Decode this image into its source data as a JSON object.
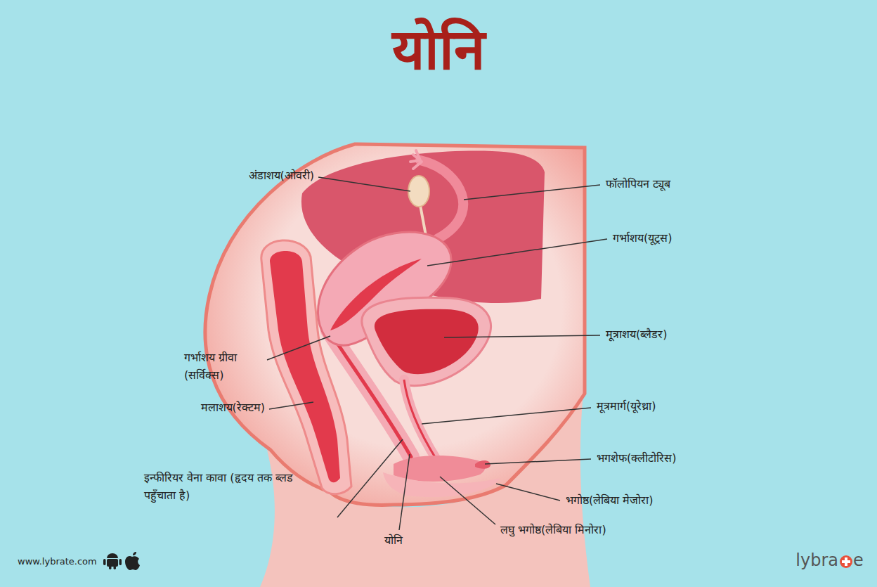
{
  "diagram": {
    "title": "योनि",
    "labels": [
      "अंडाशय(ओवरी)",
      "फॉलोपियन ट्यूब",
      "गर्भाशय(यूट्रस)",
      "मूत्राशय(ब्लैडर)",
      "गर्भाशय ग्रीवा (सर्विक्स)",
      "मलाशय(रेक्टम)",
      "मूत्रमार्ग(यूरेथ्रा)",
      "भगशेफ(क्लीटोरिस)",
      "इन्फीरियर वेना कावा (हृदय तक ब्लड पहुँचाता है)",
      "भगोष्ठ(लेबिया मेजोरा)",
      "लघु भगोष्ठ(लेबिया मिनोरा)",
      "योनि",
      "www.lybrate.com",
      "lybra",
      "e"
    ]
  }
}
